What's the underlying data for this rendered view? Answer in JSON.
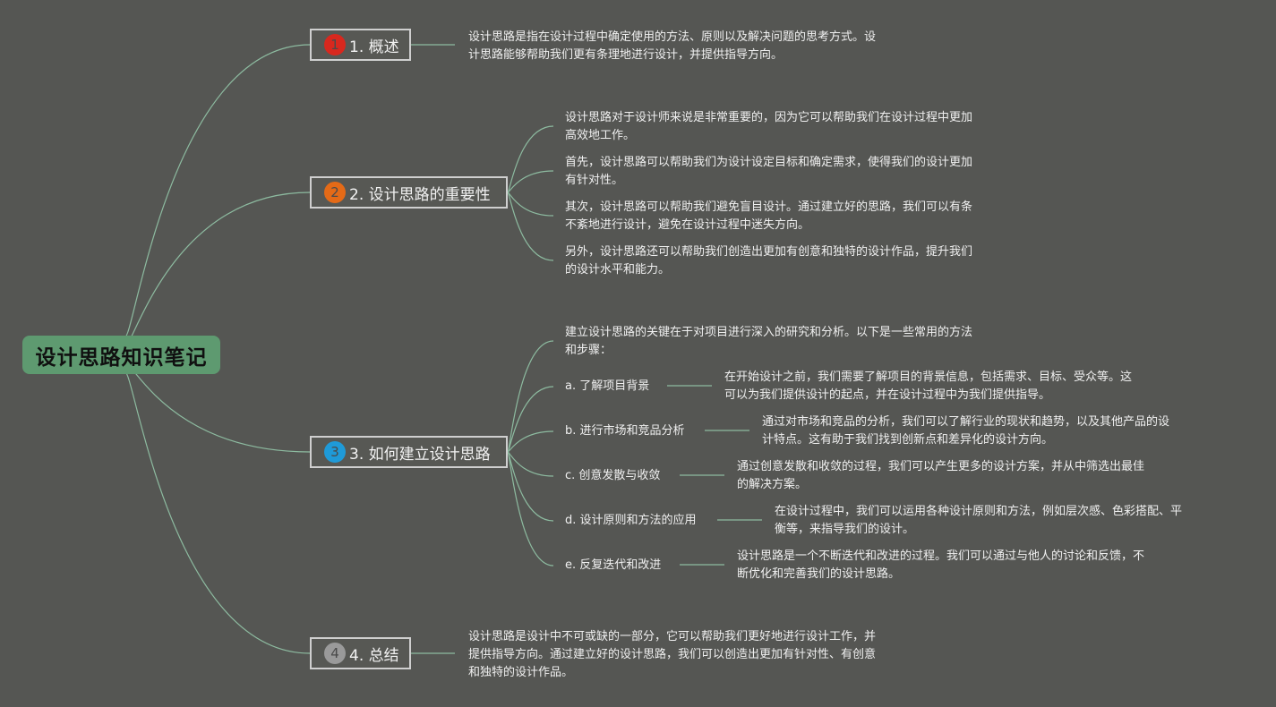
{
  "root": {
    "title": "设计思路知识笔记"
  },
  "colors": {
    "background": "#555653",
    "root_fill": "#5e9a70",
    "connector": "#8dbba0",
    "badge_1": "#d8281e",
    "badge_2": "#e46a17",
    "badge_3": "#1f9ad8",
    "badge_4": "#9a9a9a"
  },
  "topics": [
    {
      "badge": "1",
      "title": "1. 概述",
      "leaves": [
        "设计思路是指在设计过程中确定使用的方法、原则以及解决问题的思考方式。设\n计思路能够帮助我们更有条理地进行设计，并提供指导方向。"
      ]
    },
    {
      "badge": "2",
      "title": "2. 设计思路的重要性",
      "leaves": [
        "设计思路对于设计师来说是非常重要的，因为它可以帮助我们在设计过程中更加\n高效地工作。",
        "首先，设计思路可以帮助我们为设计设定目标和确定需求，使得我们的设计更加\n有针对性。",
        "其次，设计思路可以帮助我们避免盲目设计。通过建立好的思路，我们可以有条\n不紊地进行设计，避免在设计过程中迷失方向。",
        "另外，设计思路还可以帮助我们创造出更加有创意和独特的设计作品，提升我们\n的设计水平和能力。"
      ]
    },
    {
      "badge": "3",
      "title": "3. 如何建立设计思路",
      "intro": "建立设计思路的关键在于对项目进行深入的研究和分析。以下是一些常用的方法\n和步骤：",
      "subs": [
        {
          "label": "a. 了解项目背景",
          "detail": "在开始设计之前，我们需要了解项目的背景信息，包括需求、目标、受众等。这\n可以为我们提供设计的起点，并在设计过程中为我们提供指导。"
        },
        {
          "label": "b. 进行市场和竞品分析",
          "detail": "通过对市场和竞品的分析，我们可以了解行业的现状和趋势，以及其他产品的设\n计特点。这有助于我们找到创新点和差异化的设计方向。"
        },
        {
          "label": "c. 创意发散与收敛",
          "detail": "通过创意发散和收敛的过程，我们可以产生更多的设计方案，并从中筛选出最佳\n的解决方案。"
        },
        {
          "label": "d. 设计原则和方法的应用",
          "detail": "在设计过程中，我们可以运用各种设计原则和方法，例如层次感、色彩搭配、平\n衡等，来指导我们的设计。"
        },
        {
          "label": "e. 反复迭代和改进",
          "detail": "设计思路是一个不断迭代和改进的过程。我们可以通过与他人的讨论和反馈，不\n断优化和完善我们的设计思路。"
        }
      ]
    },
    {
      "badge": "4",
      "title": "4. 总结",
      "leaves": [
        "设计思路是设计中不可或缺的一部分，它可以帮助我们更好地进行设计工作，并\n提供指导方向。通过建立好的设计思路，我们可以创造出更加有针对性、有创意\n和独特的设计作品。"
      ]
    }
  ]
}
